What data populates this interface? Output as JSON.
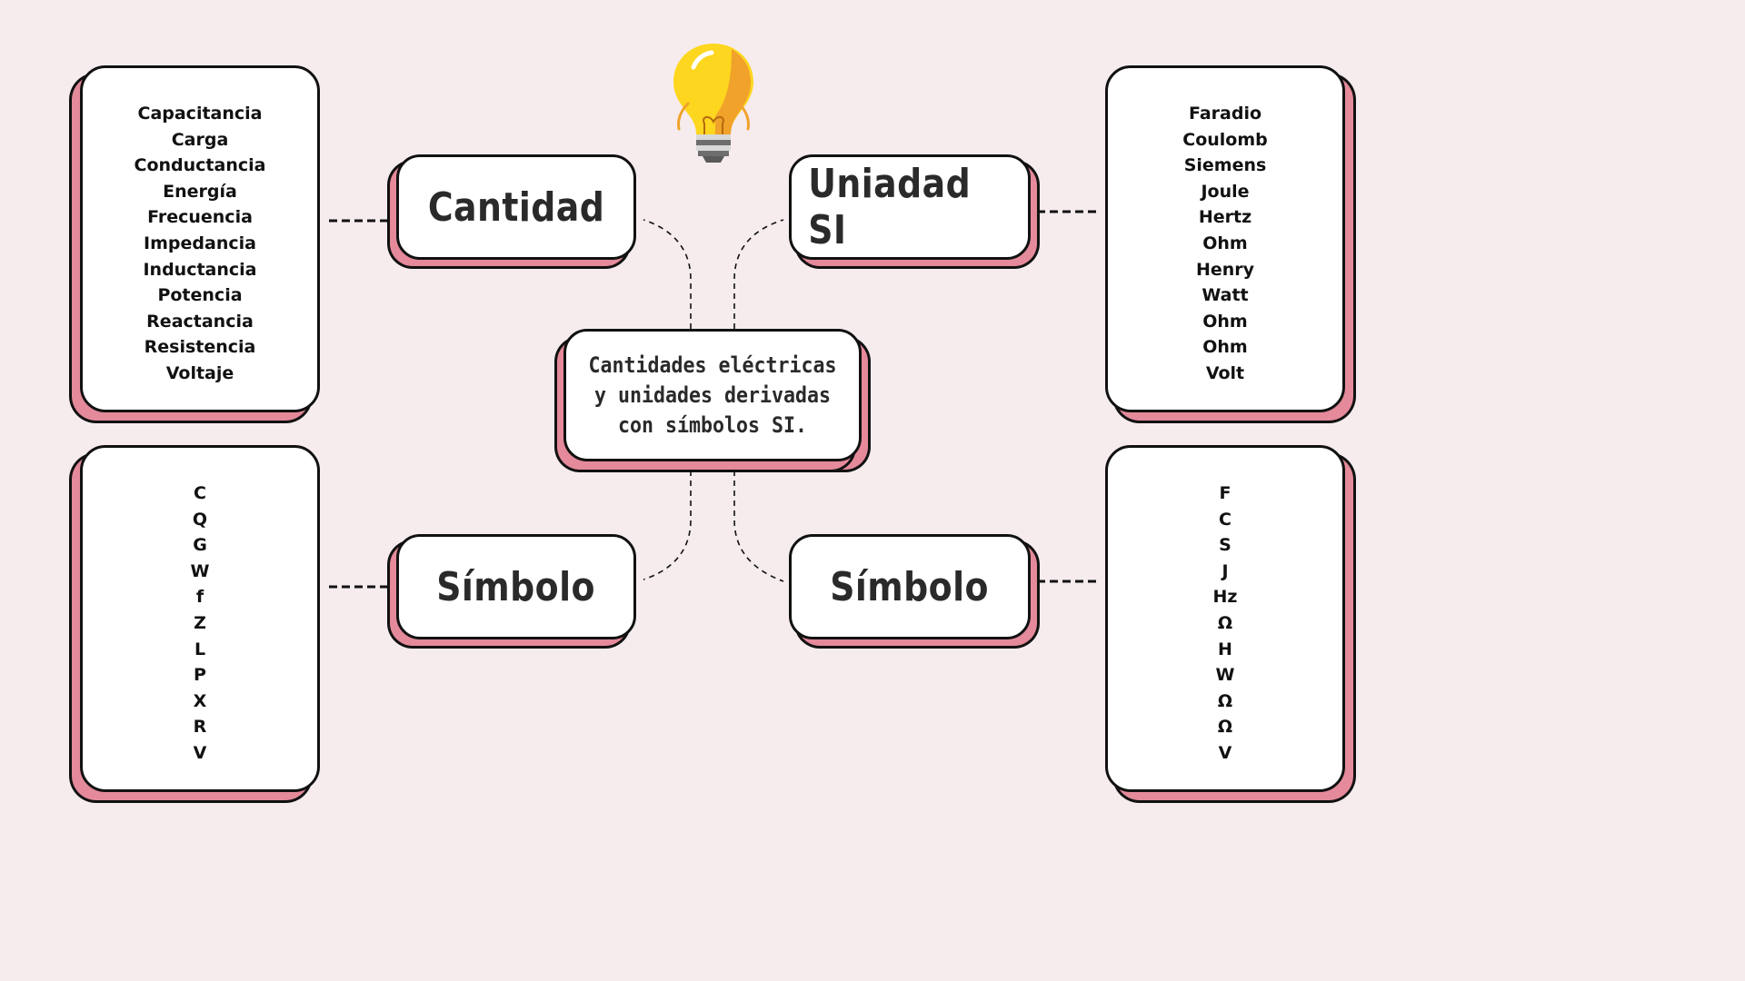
{
  "center_title": "Cantidades eléctricas y unidades derivadas con símbolos SI.",
  "branches": {
    "quantity": {
      "label": "Cantidad",
      "items": [
        "Capacitancia",
        "Carga",
        "Conductancia",
        "Energía",
        "Frecuencia",
        "Impedancia",
        "Inductancia",
        "Potencia",
        "Reactancia",
        "Resistencia",
        "Voltaje"
      ]
    },
    "unit": {
      "label": "Uniadad SI",
      "items": [
        "Faradio",
        "Coulomb",
        "Siemens",
        "Joule",
        "Hertz",
        "Ohm",
        "Henry",
        "Watt",
        "Ohm",
        "Ohm",
        "Volt"
      ]
    },
    "quantity_symbol": {
      "label": "Símbolo",
      "items": [
        "C",
        "Q",
        "G",
        "W",
        "f",
        "Z",
        "L",
        "P",
        "X",
        "R",
        "V"
      ]
    },
    "unit_symbol": {
      "label": "Símbolo",
      "items": [
        "F",
        "C",
        "S",
        "J",
        "Hz",
        "Ω",
        "H",
        "W",
        "Ω",
        "Ω",
        "V"
      ]
    }
  },
  "icon": "lightbulb-icon",
  "colors": {
    "background": "#f6ecee",
    "accent": "#e48a9a",
    "outline": "#111111",
    "bulb": "#fdd61f",
    "bulb_shade": "#f0a22a"
  }
}
